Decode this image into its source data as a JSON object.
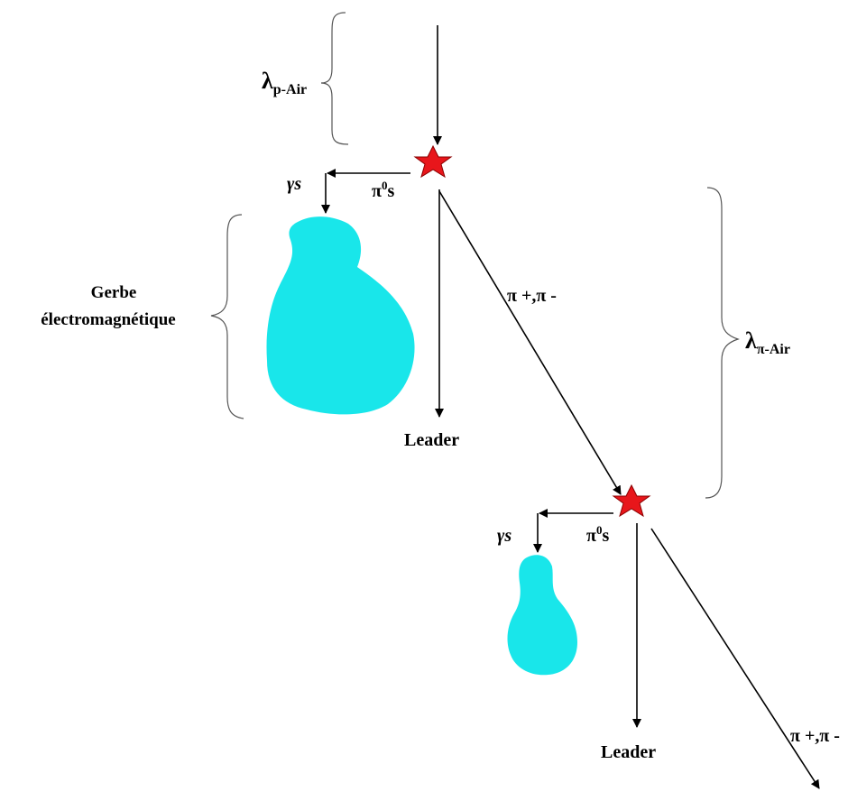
{
  "diagram": {
    "labels": {
      "lambda_p_air_symbol": "λ",
      "lambda_p_air_sub": "p-Air",
      "lambda_pi_air_symbol": "λ",
      "lambda_pi_air_sub": "π-Air",
      "gammas_1": "γs",
      "gammas_2": "γs",
      "pi0s_1_pi": "π",
      "pi0s_1_sup": "0",
      "pi0s_1_s": "s",
      "pi0s_2_pi": "π",
      "pi0s_2_sup": "0",
      "pi0s_2_s": "s",
      "gerbe_line1": "Gerbe",
      "gerbe_line2": "électromagnétique",
      "charged_pions_1": "π +,π -",
      "charged_pions_2": "π +,π -",
      "leader_1": "Leader",
      "leader_2": "Leader"
    },
    "colors": {
      "star": "#e8161b",
      "shower": "#19e6ea",
      "lines": "#000000"
    }
  }
}
